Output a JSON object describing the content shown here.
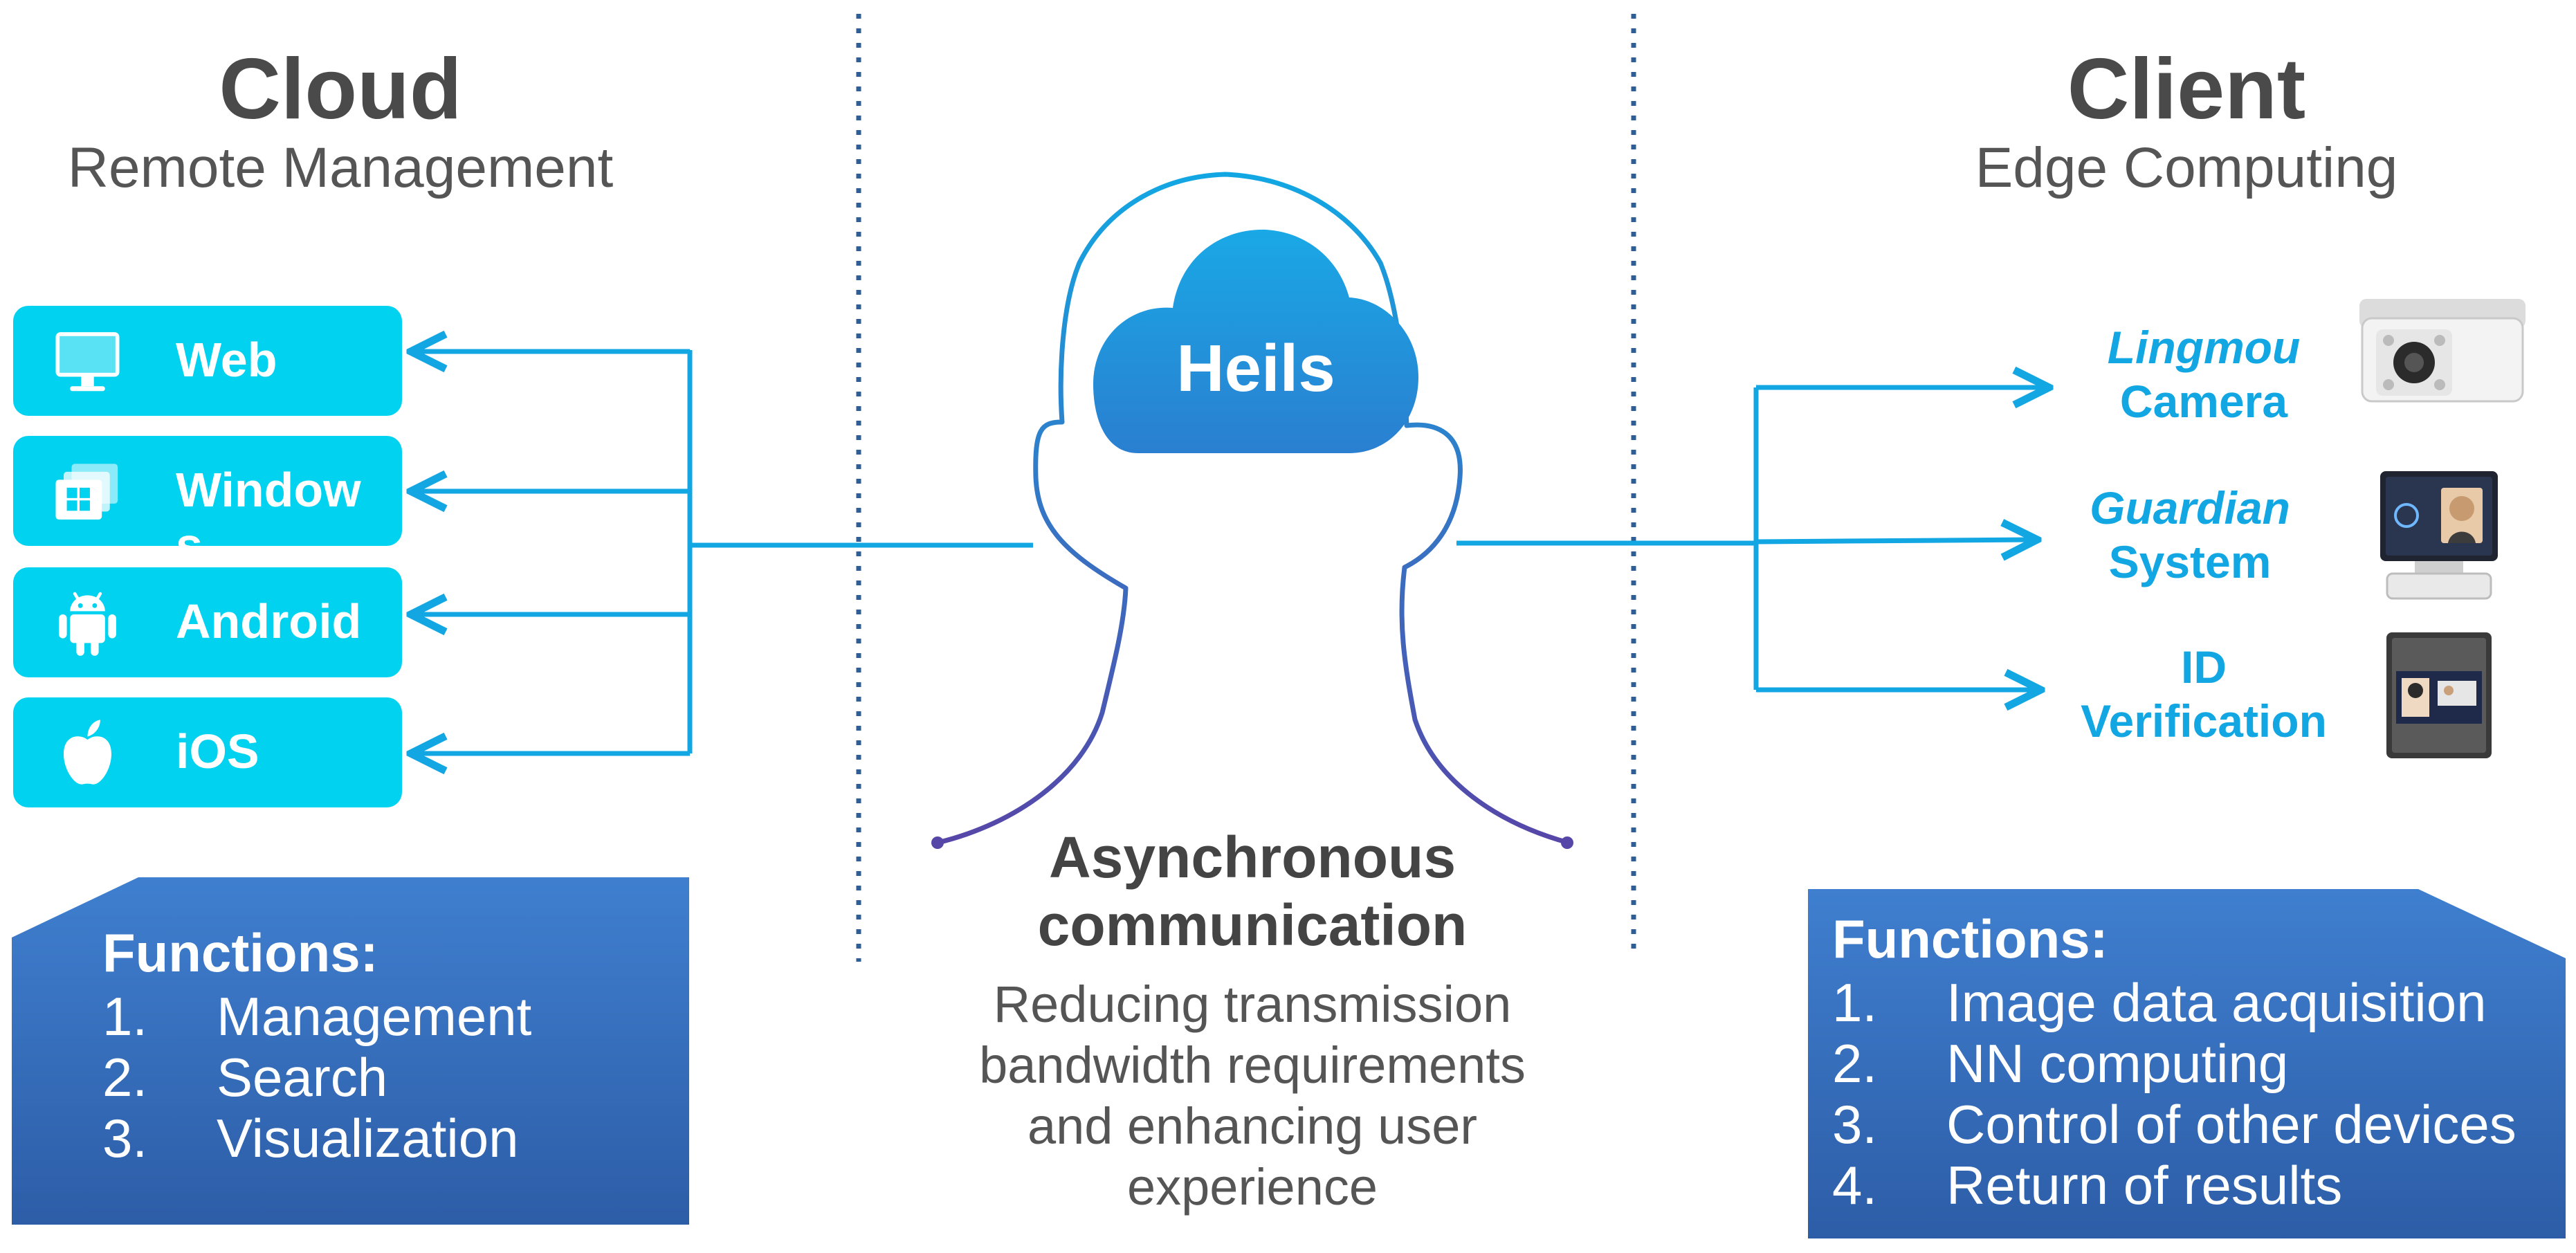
{
  "left": {
    "title": "Cloud",
    "subtitle": "Remote Management",
    "platforms": [
      {
        "label": "Web",
        "icon": "monitor-icon"
      },
      {
        "label": "Windows",
        "icon": "windows-icon"
      },
      {
        "label": "Android",
        "icon": "android-icon"
      },
      {
        "label": "iOS",
        "icon": "apple-icon"
      }
    ],
    "functions": {
      "title": "Functions:",
      "items": [
        {
          "num": "1.",
          "text": "Management"
        },
        {
          "num": "2.",
          "text": "Search"
        },
        {
          "num": "3.",
          "text": "Visualization"
        }
      ]
    }
  },
  "center": {
    "cloud_label": "Heils",
    "heading_line1": "Asynchronous",
    "heading_line2": "communication",
    "desc_line1": "Reducing transmission",
    "desc_line2": "bandwidth requirements",
    "desc_line3": "and enhancing user",
    "desc_line4": "experience"
  },
  "right": {
    "title": "Client",
    "subtitle": "Edge Computing",
    "devices": [
      {
        "name_em": "Lingmou",
        "name_rest": "Camera",
        "icon": "camera-icon"
      },
      {
        "name_em": "Guardian",
        "name_rest": "System",
        "icon": "face-terminal-icon"
      },
      {
        "name_em": "ID",
        "name_rest": "Verification",
        "icon": "id-verification-terminal-icon"
      }
    ],
    "functions": {
      "title": "Functions:",
      "items": [
        {
          "num": "1.",
          "text": "Image data acquisition"
        },
        {
          "num": "2.",
          "text": "NN computing"
        },
        {
          "num": "3.",
          "text": "Control of other devices"
        },
        {
          "num": "4.",
          "text": "Return of results"
        }
      ]
    }
  },
  "colors": {
    "platform_bg": "#00d2ef",
    "connector": "#12a7e3",
    "divider": "#2e5e95",
    "function_box_top": "#3f7fcf",
    "function_box_bottom": "#2d5da7",
    "head_outline_top": "#12a7e3",
    "head_outline_bottom": "#5646a8"
  }
}
